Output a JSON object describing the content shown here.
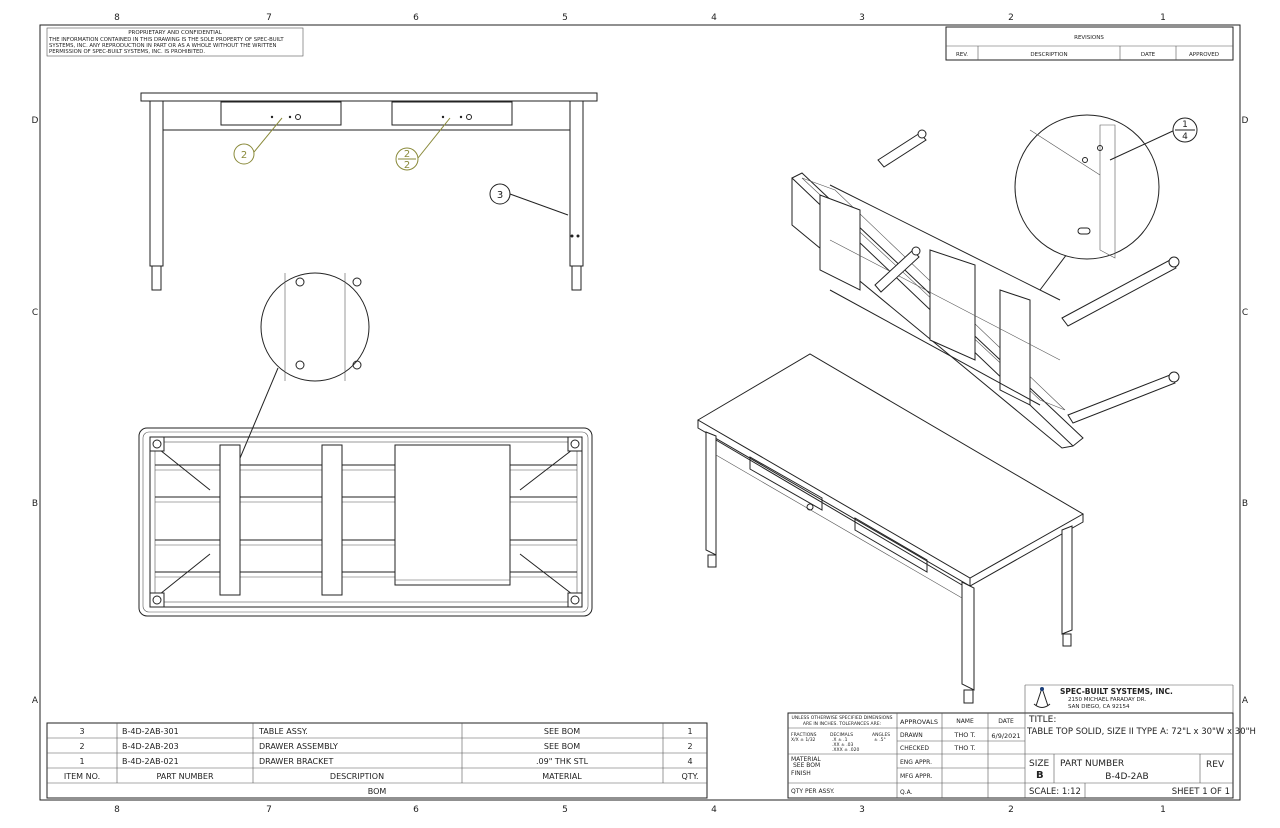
{
  "zones": {
    "columns": [
      "8",
      "7",
      "6",
      "5",
      "4",
      "3",
      "2",
      "1"
    ],
    "rows": [
      "D",
      "C",
      "B",
      "A"
    ]
  },
  "notice": {
    "title": "PROPRIETARY AND CONFIDENTIAL",
    "lines": [
      "THE INFORMATION CONTAINED IN THIS DRAWING IS THE SOLE PROPERTY OF SPEC-BUILT",
      "SYSTEMS, INC.  ANY REPRODUCTION IN PART OR AS A WHOLE WITHOUT THE WRITTEN",
      "PERMISSION OF SPEC-BUILT SYSTEMS, INC. IS PROHIBITED."
    ]
  },
  "revisions": {
    "title": "REVISIONS",
    "headers": [
      "REV.",
      "DESCRIPTION",
      "DATE",
      "APPROVED"
    ]
  },
  "balloons": {
    "front_drawer": "2",
    "front_drawer_qty_top": "2",
    "front_drawer_qty_bottom": "2",
    "front_table": "3",
    "iso_bracket_top": "1",
    "iso_bracket_bottom": "4"
  },
  "bom": {
    "title": "BOM",
    "headers": [
      "ITEM NO.",
      "PART NUMBER",
      "DESCRIPTION",
      "MATERIAL",
      "QTY."
    ],
    "rows": [
      {
        "item": "3",
        "part": "B-4D-2AB-301",
        "desc": "TABLE ASSY.",
        "material": "SEE BOM",
        "qty": "1"
      },
      {
        "item": "2",
        "part": "B-4D-2AB-203",
        "desc": "DRAWER ASSEMBLY",
        "material": "SEE BOM",
        "qty": "2"
      },
      {
        "item": "1",
        "part": "B-4D-2AB-021",
        "desc": "DRAWER BRACKET",
        "material": ".09\" THK STL",
        "qty": "4"
      }
    ]
  },
  "title_block": {
    "company": "SPEC-BUILT SYSTEMS, INC.",
    "address1": "2150 MICHAEL FARADAY DR.",
    "address2": "SAN DIEGO, CA 92154",
    "tolerance_note1": "UNLESS OTHERWISE SPECIFIED DIMENSIONS",
    "tolerance_note2": "ARE IN INCHES.  TOLERANCES ARE:",
    "fractions": "FRACTIONS",
    "fractions_val": "X/X ± 1/32",
    "decimals": "DECIMALS",
    "dec1": ".X    ± .1",
    "dec2": ".XX   ± .03",
    "dec3": ".XXX ± .020",
    "angles": "ANGLES",
    "angles_val": "± .5°",
    "material_label": "MATERIAL",
    "material_val": "SEE BOM",
    "finish_label": "FINISH",
    "qty_label": "QTY PER ASSY.",
    "approvals": "APPROVALS",
    "name_h": "NAME",
    "date_h": "DATE",
    "drawn": "DRAWN",
    "drawn_name": "THO T.",
    "drawn_date": "6/9/2021",
    "checked": "CHECKED",
    "checked_name": "THO T.",
    "eng": "ENG APPR.",
    "mfg": "MFG APPR.",
    "qa": "Q.A.",
    "title_label": "TITLE:",
    "title": "TABLE TOP SOLID, SIZE II TYPE A: 72\"L x 30\"W x 30\"H",
    "size_label": "SIZE",
    "size": "B",
    "part_label": "PART NUMBER",
    "part_number": "B-4D-2AB",
    "rev_label": "REV",
    "scale": "SCALE: 1:12",
    "sheet": "SHEET 1 OF 1"
  }
}
